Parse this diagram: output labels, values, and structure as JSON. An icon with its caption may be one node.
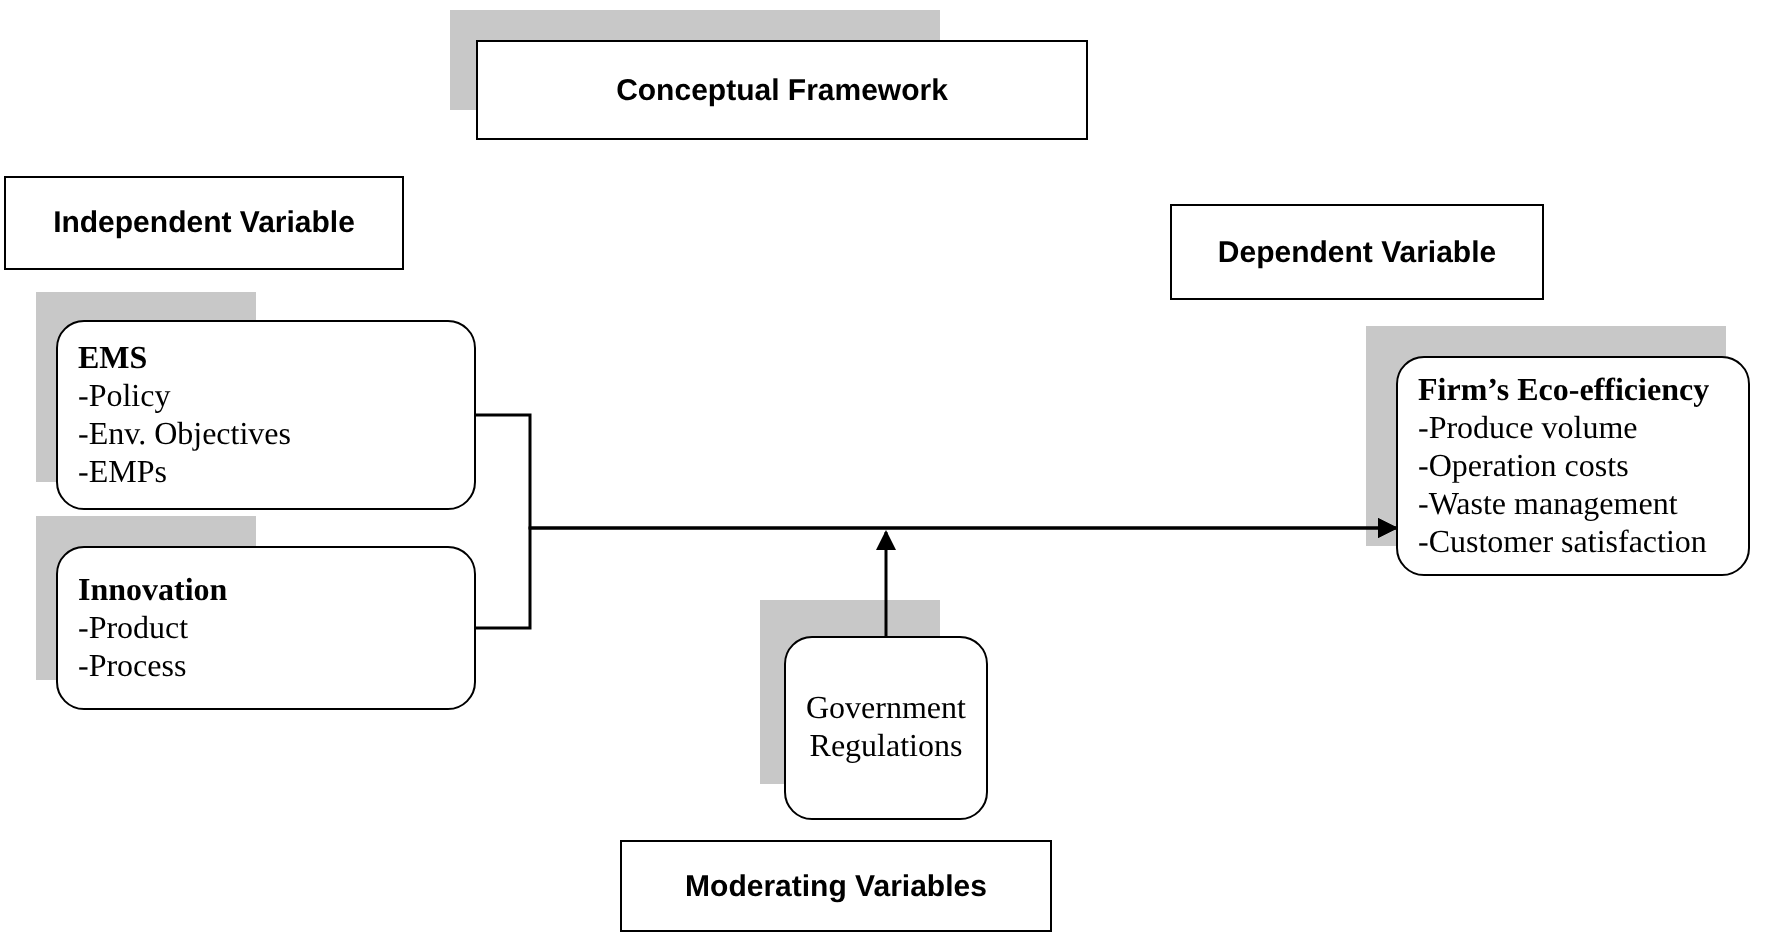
{
  "diagram": {
    "title": "Conceptual Framework",
    "nodes": [
      {
        "text": [
          "Independent Variable"
        ]
      },
      {
        "text": [
          "EMS",
          "-Policy",
          "-Env. Objectives",
          "-EMPs"
        ]
      },
      {
        "text": [
          "Innovation",
          "-Product",
          "-Process"
        ]
      },
      {
        "text": [
          "Dependent Variable"
        ]
      },
      {
        "text": [
          "Firm’s Eco-efficiency",
          "-Produce volume",
          "-Operation costs",
          "-Waste management",
          "-Customer satisfaction"
        ]
      },
      {
        "text": [
          "Government Regulations"
        ]
      },
      {
        "text": [
          "Moderating Variables"
        ]
      }
    ],
    "edges": [
      {
        "from": 1,
        "to": 4,
        "arrow": "to"
      },
      {
        "from": 2,
        "to": 4,
        "arrow": "to"
      },
      {
        "from": 5,
        "to": null,
        "arrow": "to"
      }
    ]
  }
}
